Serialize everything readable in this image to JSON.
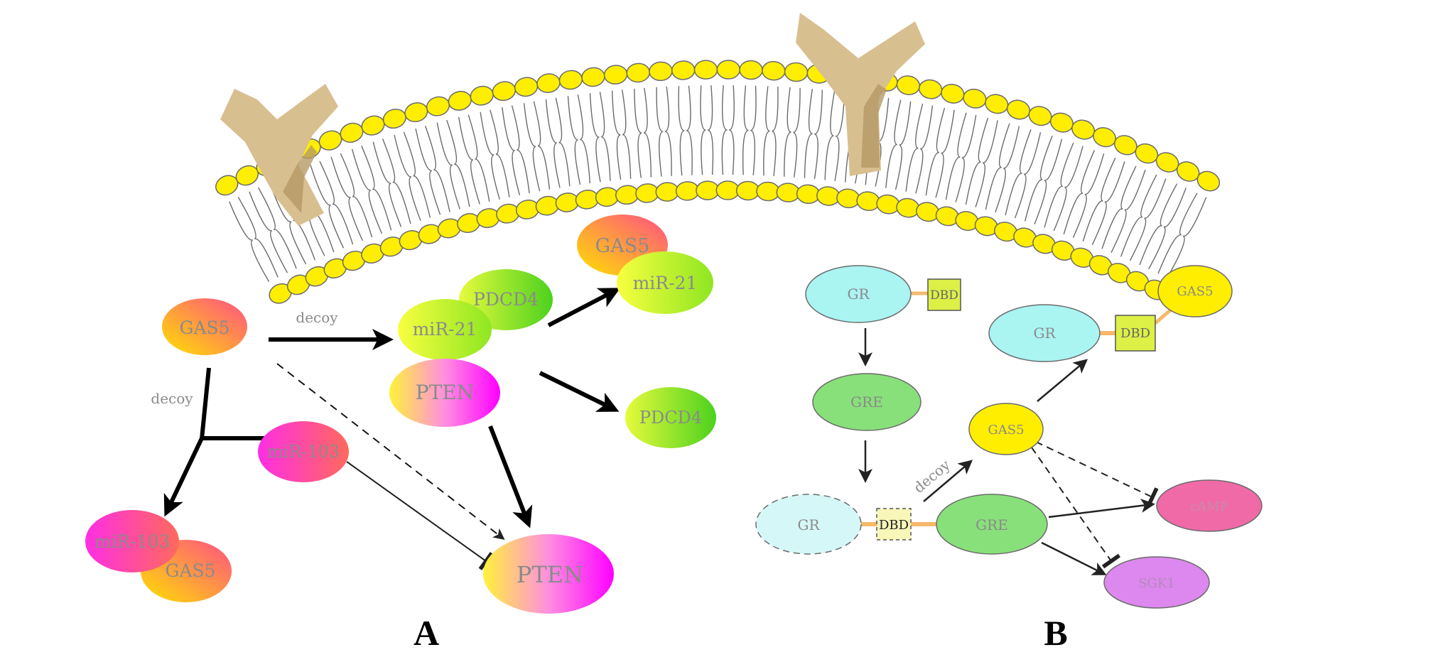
{
  "colors": {
    "lipid_head": "#ffee00",
    "lipid_stroke": "#6b6b6b",
    "receptor": "#d8bf90",
    "receptor_shadow": "#b59a66",
    "gr_fill": "#aaf4f2",
    "gr_ghost_fill": "#d6f7f8",
    "gre_fill": "#88e07a",
    "gas5_b_fill": "#ffee00",
    "dbd_fill": "#dcf046",
    "dbd_ghost_fill": "#f8f6b8",
    "linker": "#f5b86a",
    "camp_fill": "#f06aa8",
    "sgk1_fill": "#dd88ee",
    "text_gray": "#8a8a8a"
  },
  "panel_a": {
    "letter": "A",
    "gas5_main": "GAS5",
    "decoy_right": "decoy",
    "decoy_down": "decoy",
    "mir21_complex": "miR-21",
    "pdcd4_complex": "PDCD4",
    "pten_complex": "PTEN",
    "gas5_top": "GAS5",
    "mir21_top": "miR-21",
    "pdcd4_free": "PDCD4",
    "mir103": "miR-103",
    "mir103_complex": "miR-103",
    "gas5_complex": "GAS5",
    "pten_target": "PTEN"
  },
  "panel_b": {
    "letter": "B",
    "gr_top": "GR",
    "dbd_top": "DBD",
    "gre_mid": "GRE",
    "gr_ghost": "GR",
    "dbd_ghost": "DBD",
    "gre_bottom": "GRE",
    "decoy": "decoy",
    "gas5": "GAS5",
    "gr_right": "GR",
    "dbd_right": "DBD",
    "gas5_bound": "GAS5",
    "camp": "cAMP",
    "sgk1": "SGK1"
  }
}
